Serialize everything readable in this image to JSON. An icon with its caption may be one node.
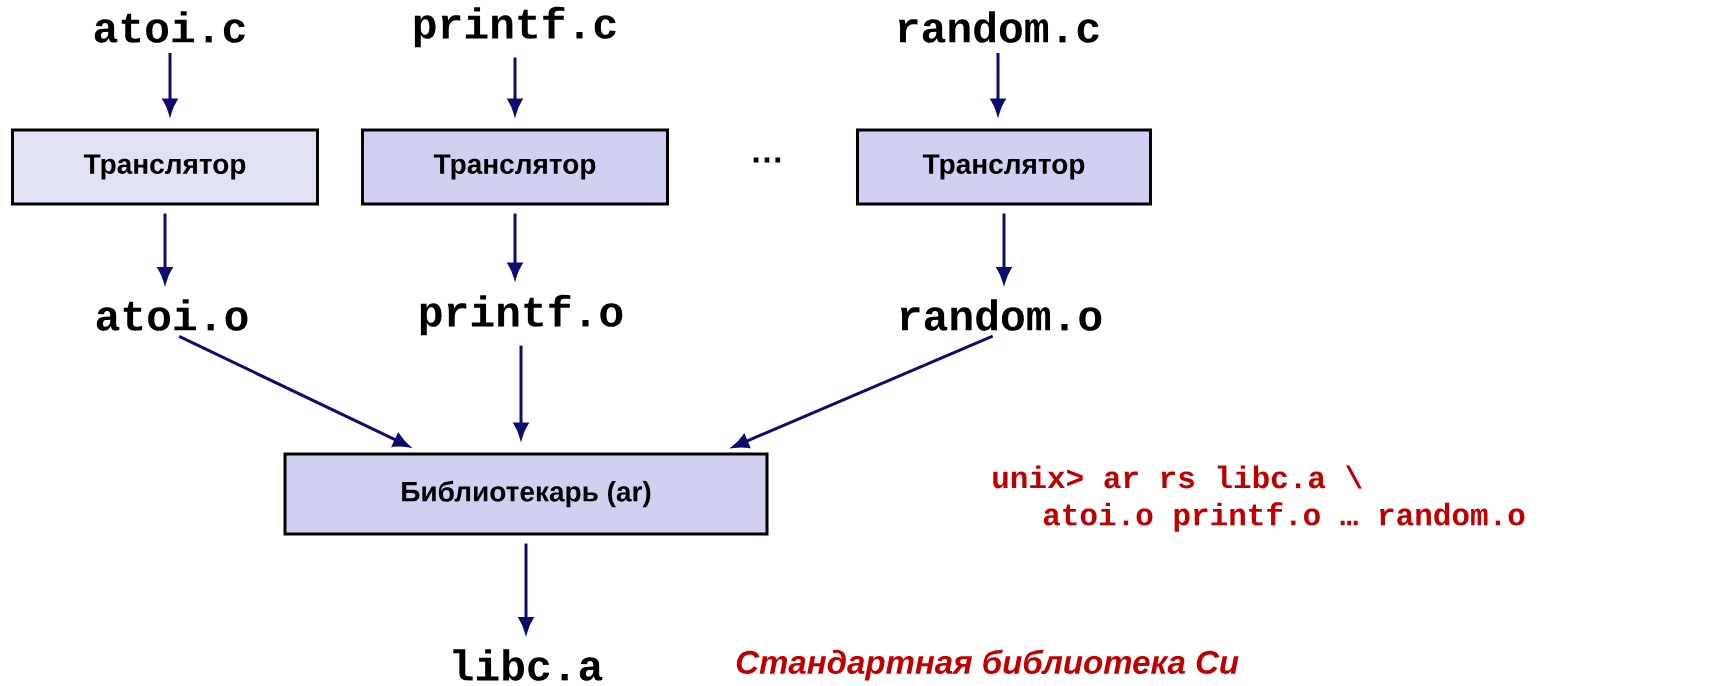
{
  "diagram": {
    "nodes": [
      {
        "text": [
          "atoi.c"
        ]
      },
      {
        "text": [
          "printf.c"
        ]
      },
      {
        "text": [
          "random.c"
        ]
      },
      {
        "text": [
          "Транслятор"
        ]
      },
      {
        "text": [
          "Транслятор"
        ]
      },
      {
        "text": [
          "Транслятор"
        ]
      },
      {
        "text": [
          "atoi.o"
        ]
      },
      {
        "text": [
          "printf.o"
        ]
      },
      {
        "text": [
          "random.o"
        ]
      },
      {
        "text": [
          "Библиотекарь (ar)"
        ]
      },
      {
        "text": [
          "libc.a"
        ]
      }
    ],
    "edges": [
      {
        "from": 0,
        "to": 3,
        "arrow": "to"
      },
      {
        "from": 1,
        "to": 4,
        "arrow": "to"
      },
      {
        "from": 2,
        "to": 5,
        "arrow": "to"
      },
      {
        "from": 3,
        "to": 6,
        "arrow": "to"
      },
      {
        "from": 4,
        "to": 7,
        "arrow": "to"
      },
      {
        "from": 5,
        "to": 8,
        "arrow": "to"
      },
      {
        "from": 6,
        "to": 9,
        "arrow": "to"
      },
      {
        "from": 7,
        "to": 9,
        "arrow": "to"
      },
      {
        "from": 8,
        "to": 9,
        "arrow": "to"
      },
      {
        "from": 9,
        "to": 10,
        "arrow": "to"
      }
    ],
    "labels": [
      "…",
      "unix> ar rs libc.a \\",
      "atoi.o printf.o … random.o",
      "Стандартная библиотека Си"
    ]
  }
}
